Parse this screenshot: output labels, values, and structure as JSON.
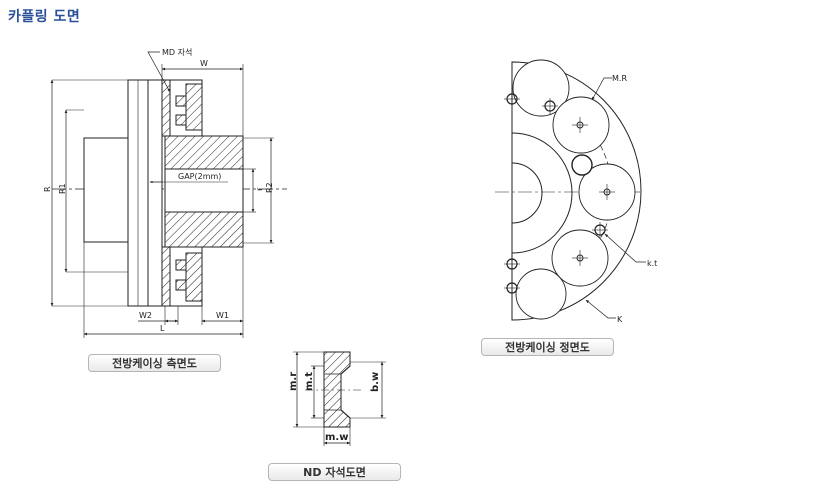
{
  "page": {
    "title": "카플링 도면"
  },
  "side_view": {
    "caption": "전방케이싱 측면도",
    "labels": {
      "md": "MD 자석",
      "w": "W",
      "r_big": "R",
      "r1": "R1",
      "gap": "GAP(2mm)",
      "r_small": "r",
      "r2": "R2",
      "w2": "W2",
      "w1": "W1",
      "l": "L"
    }
  },
  "front_view": {
    "caption": "전방케이싱 정면도",
    "labels": {
      "mr": "M.R",
      "kt": "k.t",
      "k": "K"
    }
  },
  "magnet_view": {
    "caption": "ND 자석도면",
    "labels": {
      "mr": "m.r",
      "mt": "m.t",
      "bw": "b.w",
      "mw": "m.w"
    }
  },
  "colors": {
    "title": "#2a4f9a",
    "line": "#222222"
  }
}
